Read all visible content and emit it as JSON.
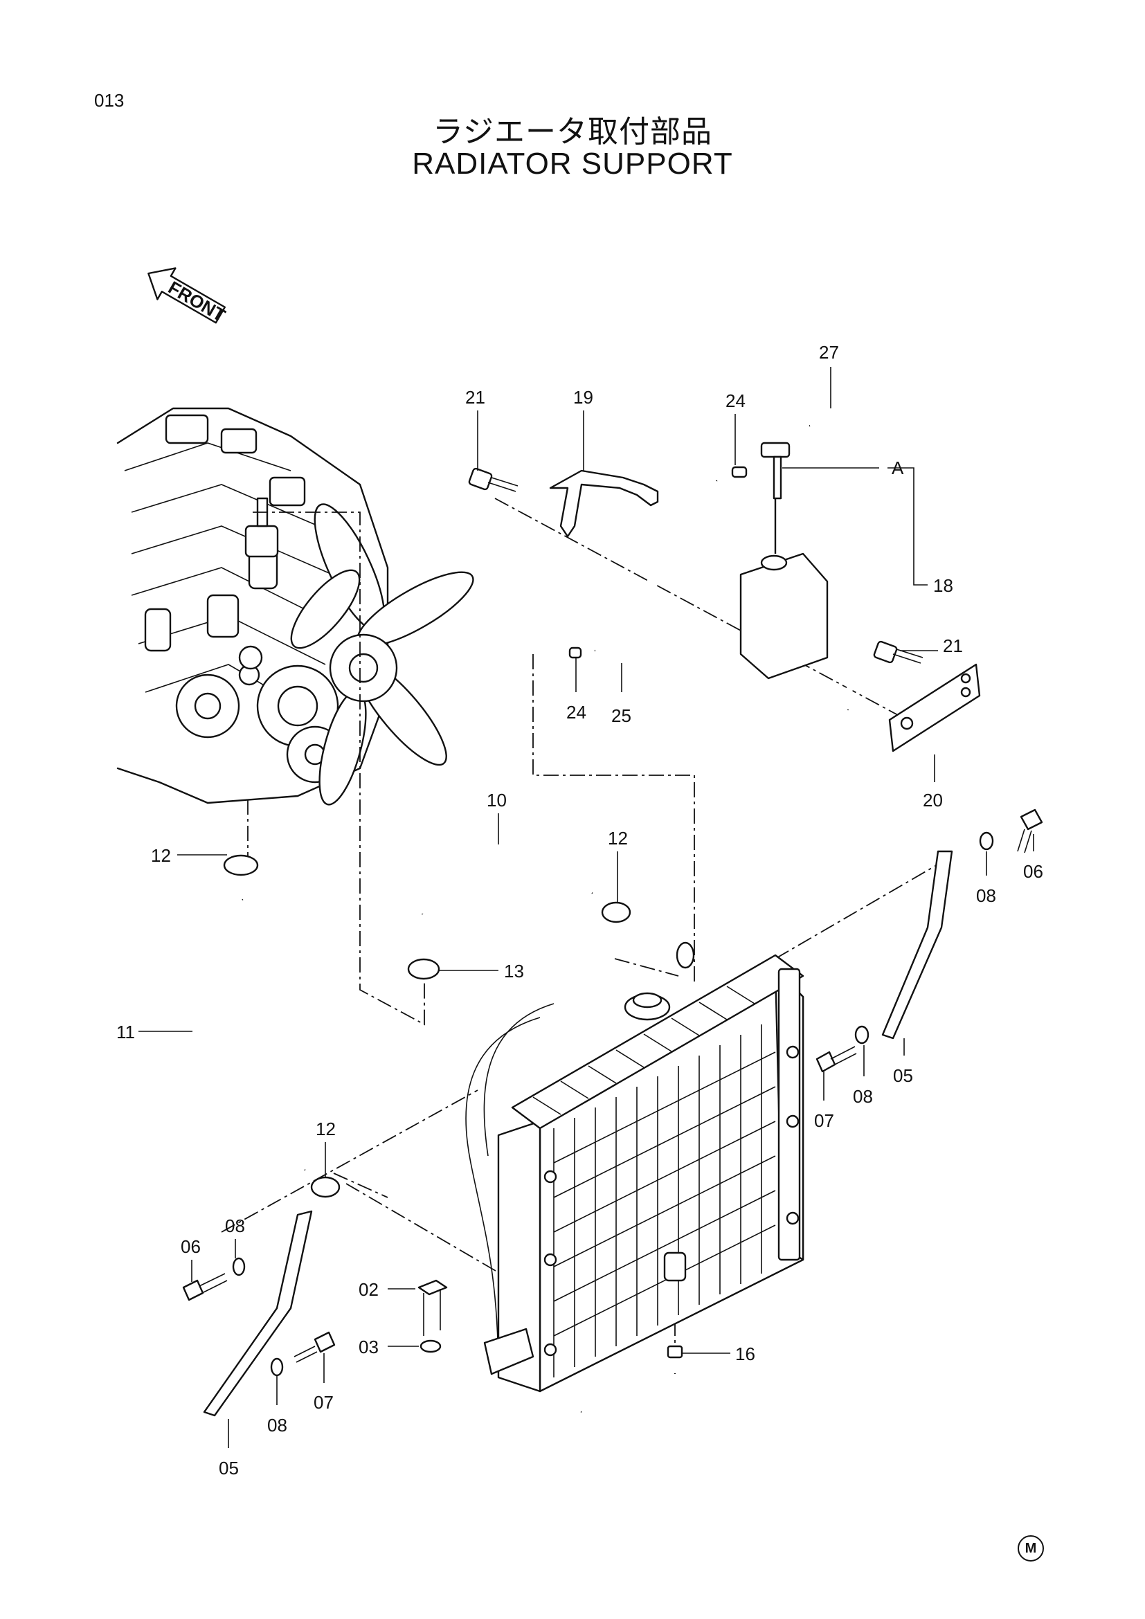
{
  "header": {
    "page_number": "013",
    "title_jp": "ラジエータ取付部品",
    "title_en": "RADIATOR  SUPPORT"
  },
  "front_arrow": {
    "label": "FRONT"
  },
  "callouts": [
    {
      "id": "c21a",
      "text": "21"
    },
    {
      "id": "c19",
      "text": "19"
    },
    {
      "id": "c24a",
      "text": "24"
    },
    {
      "id": "c27",
      "text": "27"
    },
    {
      "id": "cA",
      "text": "A"
    },
    {
      "id": "c18",
      "text": "18"
    },
    {
      "id": "c21b",
      "text": "21"
    },
    {
      "id": "c24b",
      "text": "24"
    },
    {
      "id": "c25",
      "text": "25"
    },
    {
      "id": "c20",
      "text": "20"
    },
    {
      "id": "c12a",
      "text": "12"
    },
    {
      "id": "c10",
      "text": "10"
    },
    {
      "id": "c12b",
      "text": "12"
    },
    {
      "id": "c13",
      "text": "13"
    },
    {
      "id": "c11",
      "text": "11"
    },
    {
      "id": "c06a",
      "text": "06"
    },
    {
      "id": "c08a",
      "text": "08"
    },
    {
      "id": "c05a",
      "text": "05"
    },
    {
      "id": "c08b",
      "text": "08"
    },
    {
      "id": "c07a",
      "text": "07"
    },
    {
      "id": "c12c",
      "text": "12"
    },
    {
      "id": "c08c",
      "text": "08"
    },
    {
      "id": "c06b",
      "text": "06"
    },
    {
      "id": "c02",
      "text": "02"
    },
    {
      "id": "c03",
      "text": "03"
    },
    {
      "id": "c08d",
      "text": "08"
    },
    {
      "id": "c07b",
      "text": "07"
    },
    {
      "id": "c05b",
      "text": "05"
    },
    {
      "id": "c16",
      "text": "16"
    }
  ],
  "footer_mark": "M"
}
